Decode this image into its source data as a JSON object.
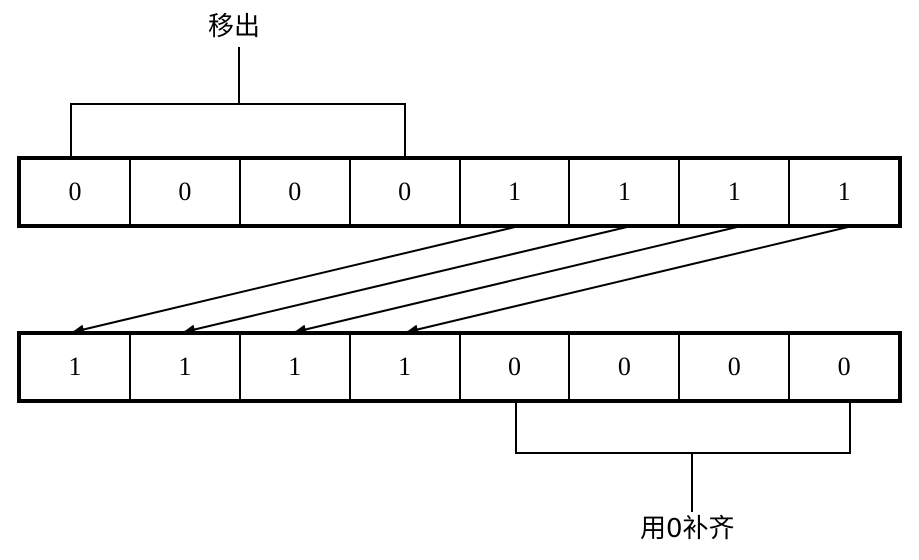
{
  "labels": {
    "shift_out": "移出",
    "fill_zero": "用0补齐"
  },
  "registers": {
    "before": [
      "0",
      "0",
      "0",
      "0",
      "1",
      "1",
      "1",
      "1"
    ],
    "after": [
      "1",
      "1",
      "1",
      "1",
      "0",
      "0",
      "0",
      "0"
    ]
  },
  "colors": {
    "stroke": "#000000",
    "background": "#ffffff"
  }
}
